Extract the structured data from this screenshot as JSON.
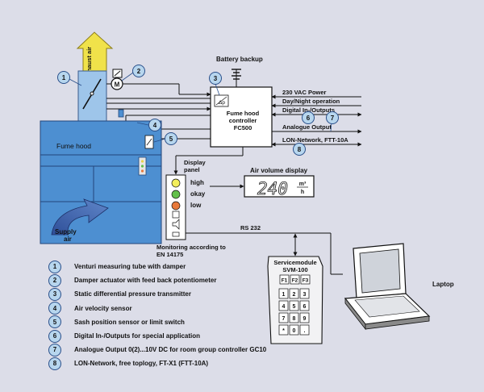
{
  "labels": {
    "exhaust_air": "Exhaust air",
    "battery_backup": "Battery backup",
    "power": "230 VAC Power",
    "day_night": "Day/Night operation",
    "digital_io": "Digital In-/Outputs",
    "analogue_output": "Analogue Output",
    "lon_network": "LON-Network, FTT-10A",
    "controller_line1": "Fume hood",
    "controller_line2": "controller",
    "controller_line3": "FC500",
    "dp_symbol": "Δp",
    "fume_hood": "Fume hood",
    "supply_air_line1": "Supply",
    "supply_air_line2": "air",
    "display_panel_line1": "Display",
    "display_panel_line2": "panel",
    "high": "high",
    "okay": "okay",
    "low": "low",
    "air_volume_display": "Air volume display",
    "display_value": "240",
    "display_unit_top": "m³",
    "display_unit_bottom": "h",
    "rs232": "RS 232",
    "monitoring_line1": "Monitoring according to",
    "monitoring_line2": "EN 14175",
    "servicemodule_line1": "Servicemodule",
    "servicemodule_line2": "SVM-100",
    "keys_fn": [
      "F1",
      "F2",
      "F3"
    ],
    "keys_num": [
      "1",
      "2",
      "3",
      "4",
      "5",
      "6",
      "7",
      "8",
      "9",
      "*",
      "0",
      "."
    ],
    "laptop": "Laptop",
    "motor_symbol": "M"
  },
  "markers": [
    "1",
    "2",
    "3",
    "4",
    "5",
    "6",
    "7",
    "8"
  ],
  "legend": [
    {
      "num": "1",
      "text": "Venturi measuring tube with damper"
    },
    {
      "num": "2",
      "text": "Damper actuator with feed back potentiometer"
    },
    {
      "num": "3",
      "text": "Static differential pressure transmitter"
    },
    {
      "num": "4",
      "text": "Air velocity sensor"
    },
    {
      "num": "5",
      "text": "Sash position sensor or limit switch"
    },
    {
      "num": "6",
      "text": "Digital In-/Outputs for special application"
    },
    {
      "num": "7",
      "text": "Analogue Output 0(2)...10V DC for room group controller GC10"
    },
    {
      "num": "8",
      "text": "LON-Network, free toplogy, FT-X1 (FTT-10A)"
    }
  ],
  "colors": {
    "background": "#dcdde8",
    "hood_blue": "#4d8fd1",
    "marker_fill": "#b7d6ee",
    "exhaust_arrow": "#f0e24a",
    "led_high": "#f3ee5b",
    "led_okay": "#63c04a",
    "led_low": "#e8793a"
  }
}
